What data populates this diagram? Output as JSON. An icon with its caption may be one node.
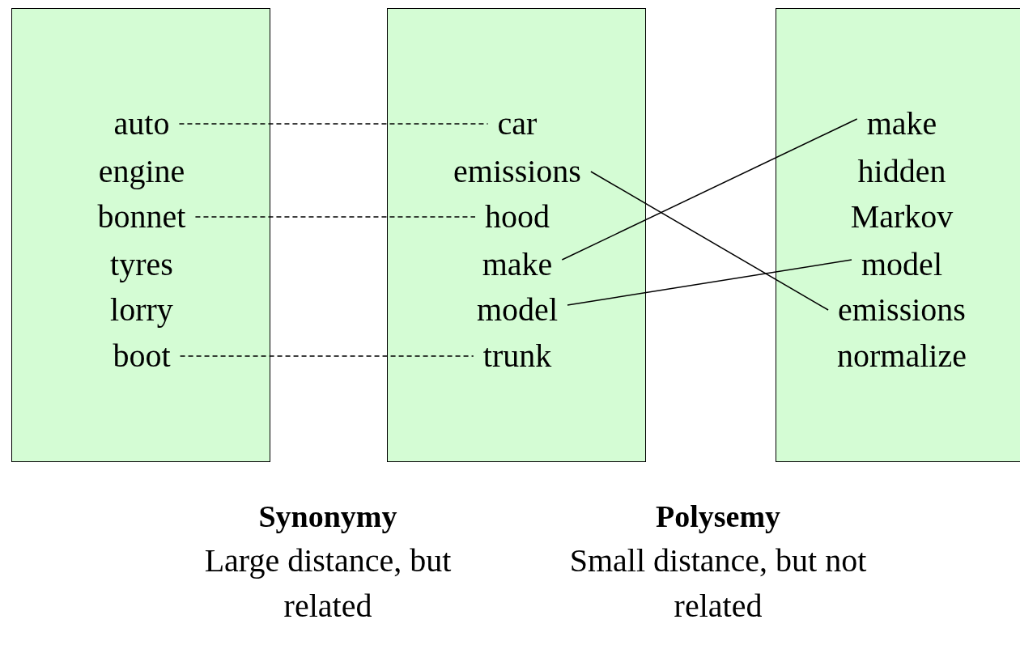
{
  "diagram": {
    "nodes": [
      {
        "text": [],
        "shape": "box"
      },
      {
        "text": [
          "auto"
        ],
        "in": 0
      },
      {
        "text": [
          "engine"
        ],
        "in": 0
      },
      {
        "text": [
          "bonnet"
        ],
        "in": 0
      },
      {
        "text": [
          "tyres"
        ],
        "in": 0
      },
      {
        "text": [
          "lorry"
        ],
        "in": 0
      },
      {
        "text": [
          "boot"
        ],
        "in": 0
      },
      {
        "text": [],
        "shape": "box"
      },
      {
        "text": [
          "car"
        ],
        "in": 7
      },
      {
        "text": [
          "emissions"
        ],
        "in": 7
      },
      {
        "text": [
          "hood"
        ],
        "in": 7
      },
      {
        "text": [
          "make"
        ],
        "in": 7
      },
      {
        "text": [
          "model"
        ],
        "in": 7
      },
      {
        "text": [
          "trunk"
        ],
        "in": 7
      },
      {
        "text": [],
        "shape": "box"
      },
      {
        "text": [
          "make"
        ],
        "in": 14
      },
      {
        "text": [
          "hidden"
        ],
        "in": 14
      },
      {
        "text": [
          "Markov"
        ],
        "in": 14
      },
      {
        "text": [
          "model"
        ],
        "in": 14
      },
      {
        "text": [
          "emissions"
        ],
        "in": 14
      },
      {
        "text": [
          "normalize"
        ],
        "in": 14
      }
    ],
    "edges": [
      {
        "from": 1,
        "to": 8,
        "arrow": "none",
        "style": "dashed"
      },
      {
        "from": 3,
        "to": 10,
        "arrow": "none",
        "style": "dashed"
      },
      {
        "from": 6,
        "to": 13,
        "arrow": "none",
        "style": "dashed"
      },
      {
        "from": 9,
        "to": 19,
        "arrow": "none"
      },
      {
        "from": 11,
        "to": 15,
        "arrow": "none"
      },
      {
        "from": 12,
        "to": 18,
        "arrow": "none"
      }
    ],
    "labels": [
      "Synonymy",
      "Polysemy",
      "Large distance, but related",
      "Small distance, but not related"
    ]
  }
}
